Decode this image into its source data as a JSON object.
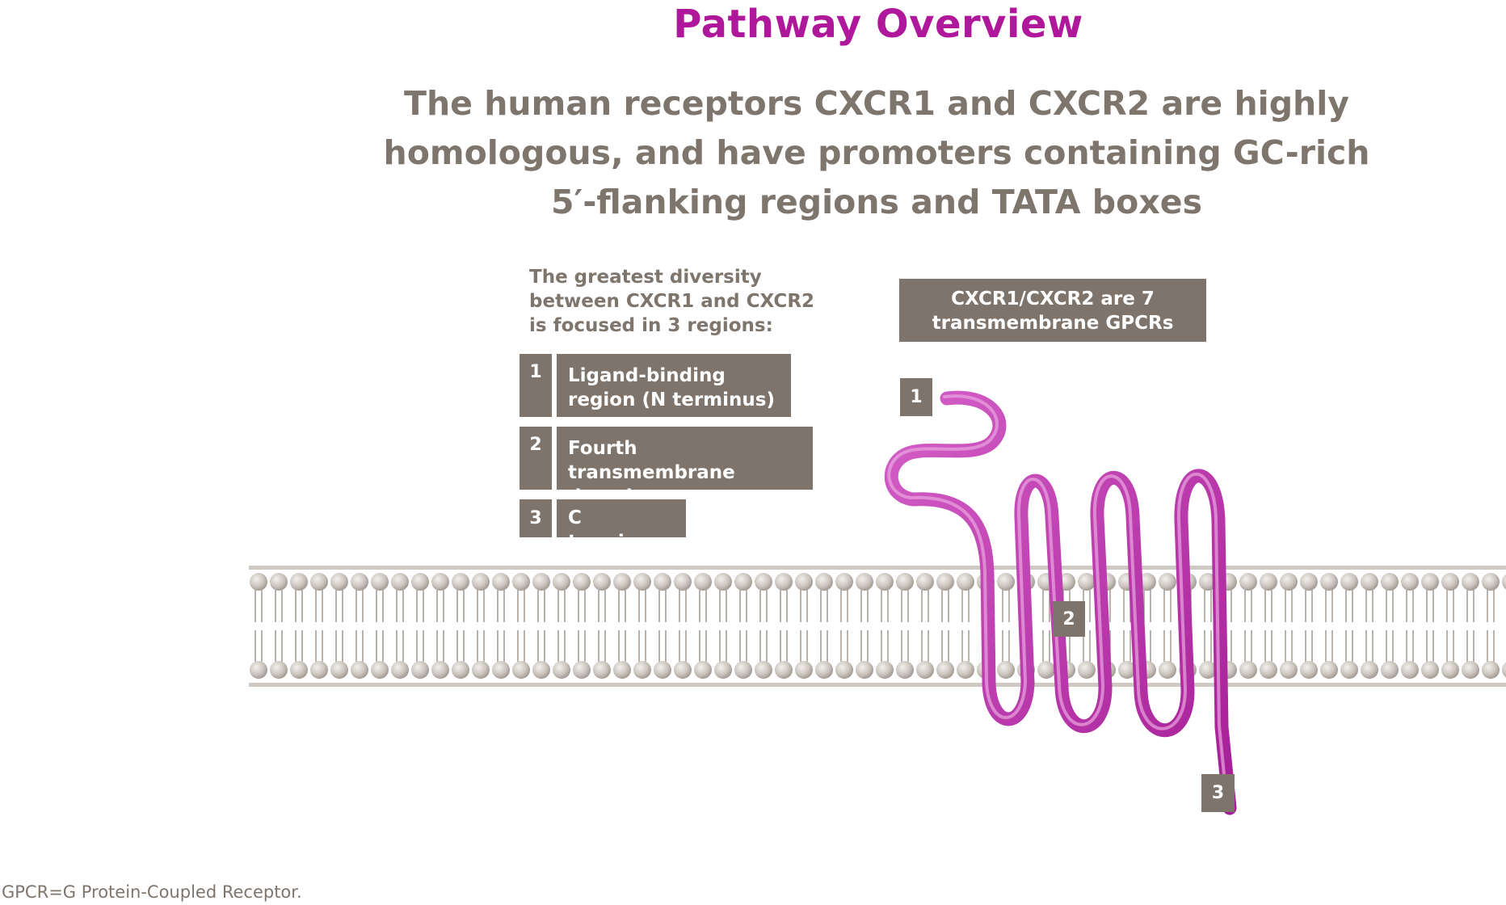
{
  "title": "Pathway Overview",
  "subtitle_lines": [
    "The human receptors CXCR1 and CXCR2 are highly",
    "homologous, and have promoters containing GC-rich",
    "5′-flanking regions and TATA boxes"
  ],
  "diversity_lines": [
    "The greatest diversity",
    "between CXCR1 and CXCR2",
    "is focused in 3 regions:"
  ],
  "regions": [
    {
      "number": "1",
      "label_lines": [
        "Ligand-binding",
        "region (N terminus)"
      ]
    },
    {
      "number": "2",
      "label_lines": [
        "Fourth transmembrane",
        "domain"
      ]
    },
    {
      "number": "3",
      "label_lines": [
        "C terminus"
      ]
    }
  ],
  "gpcr_lines": [
    "CXCR1/CXCR2 are 7",
    "transmembrane GPCRs"
  ],
  "markers": [
    "1",
    "2",
    "3"
  ],
  "footnote": "GPCR=G Protein-Coupled Receptor.",
  "colors": {
    "title": "#b0189b",
    "text": "#7e756d",
    "box": "#7e746b",
    "receptor": "#b52aa6",
    "membrane_head": "#c8c2bc"
  },
  "icons": {
    "membrane": "lipid-bilayer-icon",
    "receptor": "seven-transmembrane-receptor-icon"
  }
}
